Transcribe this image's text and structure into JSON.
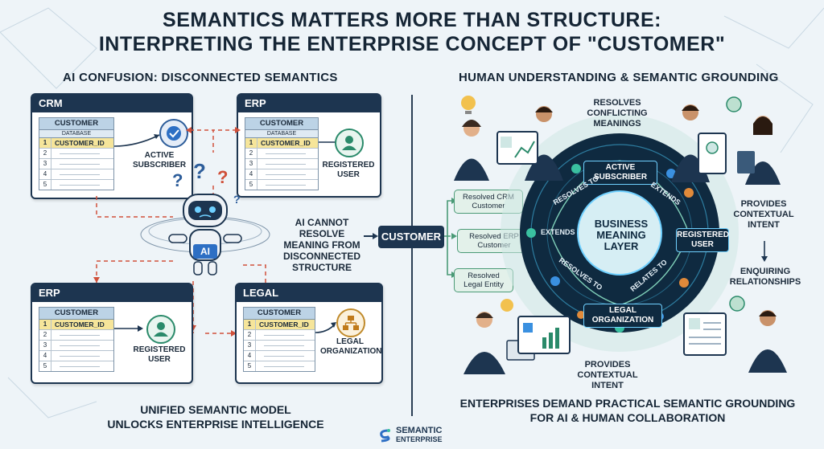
{
  "title": {
    "line1": "SEMANTICS MATTERS MORE THAN STRUCTURE:",
    "line2": "INTERPRETING THE ENTERPRISE CONCEPT OF \"CUSTOMER\""
  },
  "left": {
    "heading": "AI CONFUSION: DISCONNECTED SEMANTICS",
    "cards": [
      {
        "system": "CRM",
        "table_title": "CUSTOMER",
        "table_sub": "DATABASE",
        "key": "CUSTOMER_ID",
        "rows": [
          "1",
          "2",
          "3",
          "4",
          "5"
        ],
        "meaning": "ACTIVE SUBSCRIBER"
      },
      {
        "system": "ERP",
        "table_title": "CUSTOMER",
        "table_sub": "DATABASE",
        "key": "CUSTOMER_ID",
        "rows": [
          "1",
          "2",
          "3",
          "4",
          "5"
        ],
        "meaning": "REGISTERED USER"
      },
      {
        "system": "ERP",
        "table_title": "CUSTOMER",
        "table_sub": "",
        "key": "CUSTOMER_ID",
        "rows": [
          "1",
          "2",
          "3",
          "4",
          "5"
        ],
        "meaning": "REGISTERED USER"
      },
      {
        "system": "LEGAL",
        "table_title": "CUSTOMER",
        "table_sub": "",
        "key": "CUSTOMER_ID",
        "rows": [
          "1",
          "2",
          "3",
          "4",
          "5"
        ],
        "meaning": "LEGAL ORGANIZATION"
      }
    ],
    "robot_badge": "AI",
    "ai_cannot": "AI CANNOT RESOLVE MEANING FROM DISCONNECTED STRUCTURE",
    "footer_line1": "UNIFIED SEMANTIC MODEL",
    "footer_line2": "UNLOCKS ENTERPRISE INTELLIGENCE"
  },
  "center": {
    "customer_label": "CUSTOMER",
    "resolved": [
      "Resolved CRM Customer",
      "Resolved ERP Customer",
      "Resolved Legal Entity"
    ]
  },
  "right": {
    "heading": "HUMAN UNDERSTANDING & SEMANTIC GROUNDING",
    "core_label": "BUSINESS MEANING LAYER",
    "ring_nodes": [
      "ACTIVE SUBSCRIBER",
      "REGISTERED USER",
      "LEGAL ORGANIZATION"
    ],
    "ring_links": [
      "RESOLVES TO",
      "EXTENDS",
      "EXTENDS",
      "RESOLVES TO",
      "RELATES TO"
    ],
    "annotations": {
      "resolves_conflicting": "RESOLVES CONFLICTING MEANINGS",
      "provides_contextual_right": "PROVIDES CONTEXTUAL INTENT",
      "enquiring": "ENQUIRING RELATIONSHIPS",
      "provides_contextual_bottom": "PROVIDES CONTEXTUAL INTENT"
    },
    "footer_line1": "ENTERPRISES DEMAND PRACTICAL SEMANTIC GROUNDING",
    "footer_line2": "FOR AI & HUMAN COLLABORATION"
  },
  "brand": {
    "line1": "SEMANTIC",
    "line2": "ENTERPRISE"
  },
  "colors": {
    "navy": "#1d3550",
    "teal": "#2a8a6a",
    "orange": "#e08a3a",
    "red": "#d0503a",
    "ring": "#0f2a40"
  }
}
